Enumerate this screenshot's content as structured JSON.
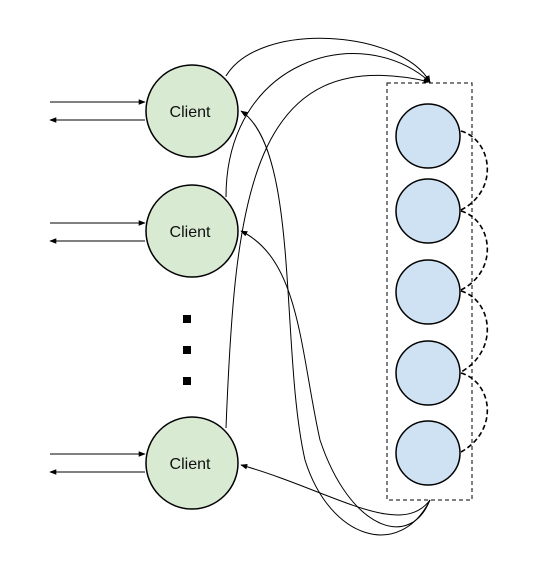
{
  "clients": [
    {
      "label": "Client"
    },
    {
      "label": "Client"
    },
    {
      "label": "Client"
    }
  ],
  "server_nodes": 5,
  "ellipsis_dots": 3,
  "colors": {
    "client_fill": "#d9ead3",
    "client_stroke": "#000000",
    "server_fill": "#cfe2f3",
    "server_stroke": "#000000",
    "line": "#000000",
    "container_stroke": "#000000"
  }
}
